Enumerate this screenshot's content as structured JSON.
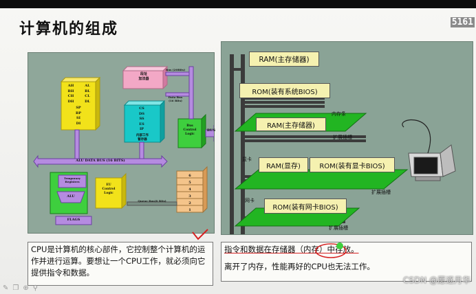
{
  "slide": {
    "title": "计算机的组成",
    "slide_number": "5161"
  },
  "cpu_diagram": {
    "registers_left": [
      "AH",
      "AL",
      "BH",
      "BL",
      "CH",
      "CL",
      "DH",
      "DL",
      "SP",
      "BP",
      "SI",
      "DI"
    ],
    "segment_regs_title": "段址\n加法器",
    "segment_regs": [
      "CS",
      "DS",
      "SS",
      "ES",
      "IP"
    ],
    "internal_regs_label": "内部工作\n暂存器",
    "bus_20bits": "Bus (20Bits)",
    "data_bus_label": "Data Bus\n(16 Bits)",
    "bus_control_logic": "Bus\nControl\nLogic",
    "bus_label": "BUS",
    "alu_data_bus": "ALU DATA BUS (16 BITS)",
    "temp_registers": "Temporary\nRegisters",
    "alu_label": "ALU",
    "eu_control_logic": "EU\nControl\nLogic",
    "flags_label": "FLAGS",
    "queue_bus": "Queue Bus(8 Bits)",
    "queue_numbers": [
      "6",
      "5",
      "4",
      "3",
      "2",
      "1"
    ]
  },
  "hardware_diagram": {
    "ram_main": "RAM(主存储器)",
    "rom_bios": "ROM(装有系统BIOS)",
    "memory_stick_label": "内存条",
    "ram_main_2": "RAM(主存储器)",
    "expansion_slot_1": "扩展插槽",
    "display_card_label": "显卡",
    "ram_vram": "RAM(显存)",
    "rom_vga_bios": "ROM(装有显卡BIOS)",
    "expansion_slot_2": "扩展插槽",
    "network_card_label": "网卡",
    "rom_nic_bios": "ROM(装有网卡BIOS)",
    "expansion_slot_3": "扩展插槽"
  },
  "text_left": "CPU是计算机的核心部件，它控制整个计算机的运作并进行运算。要想让一个CPU工作，就必须向它提供指令和数据。",
  "text_right_line1": "指令和数据在存储器（内存）中存放。",
  "text_right_line2": "离开了内存，性能再好的CPU也无法工作。",
  "watermark": "CSDN @愿逐月华",
  "colors": {
    "yellow": "#f2e21a",
    "cyan": "#19c8c8",
    "green": "#3ecf3e",
    "purple": "#b58be0",
    "pink": "#f3a8c6",
    "orange": "#f4c48a",
    "annot_red": "#d62020"
  }
}
